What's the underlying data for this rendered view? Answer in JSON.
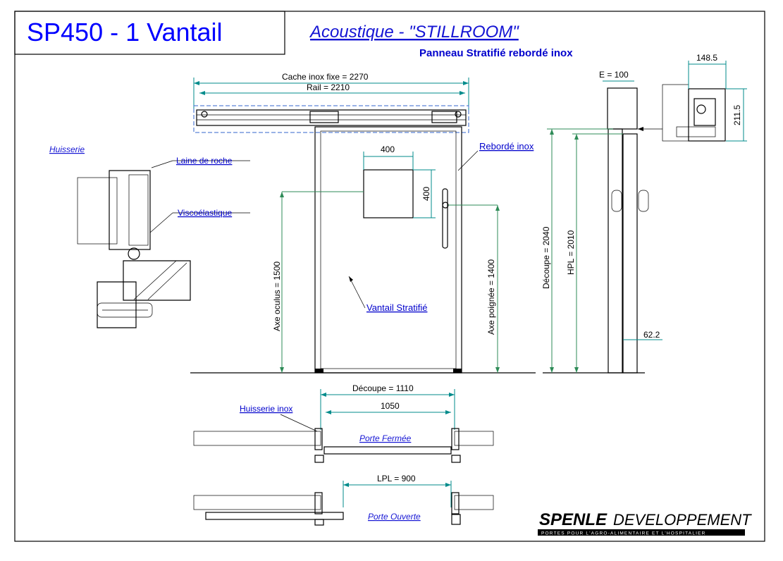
{
  "title": "SP450 - 1 Vantail",
  "subtitle": "Acoustique - \"STILLROOM\"",
  "panel": "Panneau Stratifié rebordé inox",
  "labels": {
    "huisserie": "Huisserie",
    "laine": "Laine de roche",
    "visco": "Viscoélastique",
    "rebord": "Rebordé inox",
    "vantail": "Vantail Stratifié",
    "huisserie_inox": "Huisserie inox",
    "porte_fermee": "Porte Fermée",
    "porte_ouverte": "Porte Ouverte"
  },
  "dims": {
    "cache": "Cache inox fixe = 2270",
    "rail": "Rail = 2210",
    "oculus_w": "400",
    "oculus_h": "400",
    "axe_oculus": "Axe oculus = 1500",
    "axe_poignee": "Axe poignée = 1400",
    "decoupe_h": "Découpe = 2040",
    "hpl": "HPL = 2010",
    "e": "E = 100",
    "d148": "148.5",
    "d211": "211.5",
    "d62": "62.2",
    "decoupe_w": "Découpe = 1110",
    "w1050": "1050",
    "lpl": "LPL = 900"
  },
  "logo": {
    "brand": "SPENLE",
    "brand2": "DEVELOPPEMENT",
    "tagline": "PORTES POUR L'AGRO-ALIMENTAIRE ET L'HOSPITALIER"
  },
  "colors": {
    "title": "#0000ff",
    "dimension": "#008b8b",
    "label": "#0000cc"
  }
}
